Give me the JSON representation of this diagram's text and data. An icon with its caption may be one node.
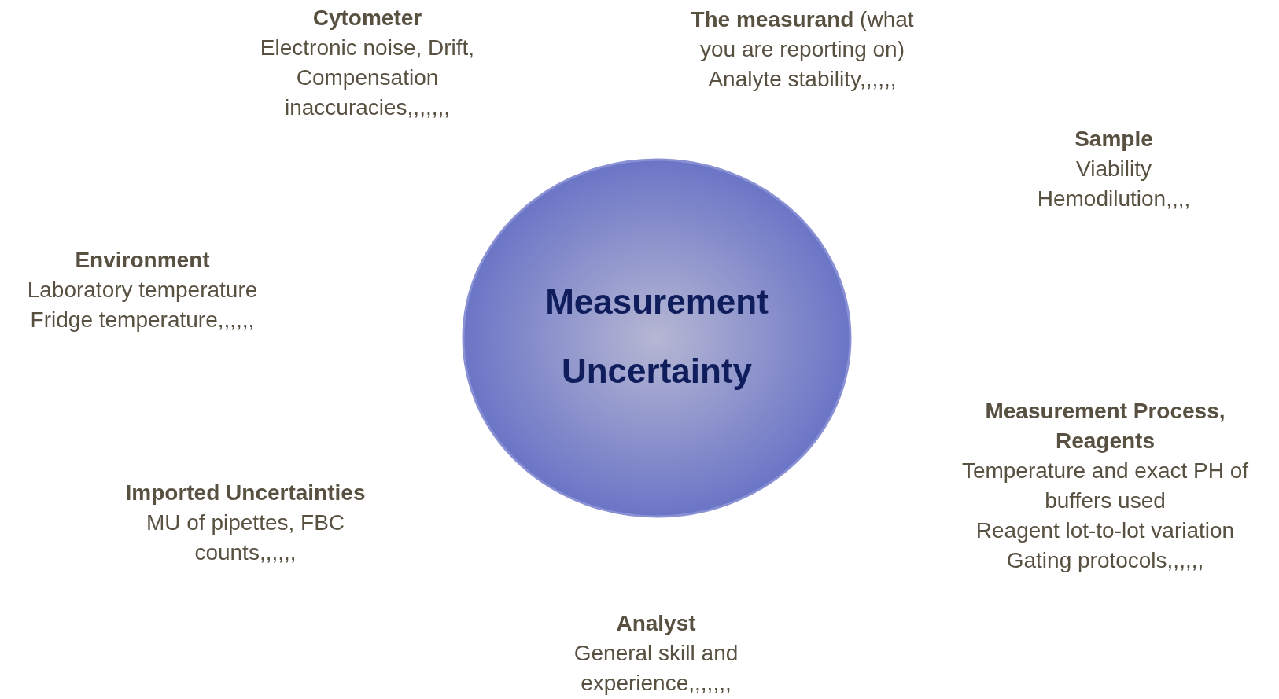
{
  "diagram": {
    "nodes": [
      {
        "text": [
          "Measurement Uncertainty"
        ]
      }
    ],
    "edges": [],
    "labels": [
      "Cytometer",
      "Electronic noise, Drift, Compensation inaccuracies,,,,,,,",
      "**The measurand** (what you are reporting on)",
      "Analyte stability,,,,,,",
      "Sample",
      "Viability",
      "Hemodilution,,,,",
      "Environment",
      "Laboratory temperature",
      "Fridge temperature,,,,,,",
      "Imported Uncertainties",
      "MU of pipettes, FBC counts,,,,,,",
      "Measurement Process, Reagents",
      "Temperature and exact PH of buffers used",
      "Reagent lot-to-lot variation",
      "Gating protocols,,,,,,",
      "Analyst",
      "General skill and experience,,,,,,,"
    ]
  }
}
